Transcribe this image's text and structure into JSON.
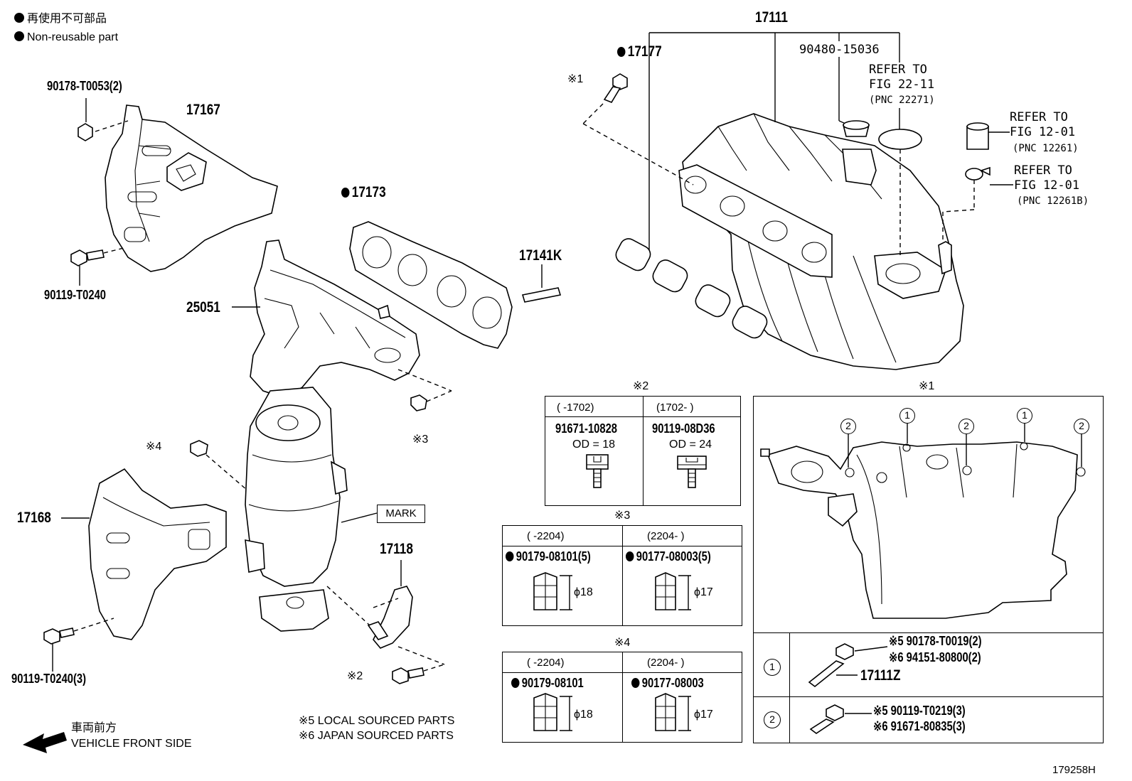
{
  "legend": {
    "jp": "再使用不可部品",
    "en": "Non-reusable part"
  },
  "labels": {
    "p17111": "17111",
    "p17177": "17177",
    "p90480": "90480-15036",
    "refer1_a": "REFER TO",
    "refer1_b": "FIG 22-11",
    "refer1_c": "(PNC 22271)",
    "refer2_a": "REFER TO",
    "refer2_b": "FIG 12-01",
    "refer2_c": "(PNC 12261)",
    "refer3_a": "REFER TO",
    "refer3_b": "FIG 12-01",
    "refer3_c": "(PNC 12261B)",
    "ref1_top": "※1",
    "p90178a": "90178-T0053(2)",
    "p17167": "17167",
    "p17173": "17173",
    "p17141k": "17141K",
    "p25051": "25051",
    "p90119a": "90119-T0240",
    "ref3": "※3",
    "ref4": "※4",
    "p17168": "17168",
    "mark": "MARK",
    "p17118": "17118",
    "p90119b": "90119-T0240(3)",
    "ref2": "※2",
    "front_jp": "車両前方",
    "front_en": "VEHICLE FRONT SIDE",
    "note5": "※5 LOCAL SOURCED PARTS",
    "note6": "※6 JAPAN SOURCED PARTS",
    "fig_id": "179258H"
  },
  "table2": {
    "title": "※2",
    "cols": [
      {
        "range": "(     -1702)",
        "part": "91671-10828",
        "od": "OD = 18"
      },
      {
        "range": "(1702-     )",
        "part": "90119-08D36",
        "od": "OD = 24"
      }
    ]
  },
  "table3": {
    "title": "※3",
    "cols": [
      {
        "range": "(     -2204)",
        "part": "90179-08101(5)",
        "dia": "ϕ18"
      },
      {
        "range": "(2204-     )",
        "part": "90177-08003(5)",
        "dia": "ϕ17"
      }
    ]
  },
  "table4": {
    "title": "※4",
    "cols": [
      {
        "range": "(     -2204)",
        "part": "90179-08101",
        "dia": "ϕ18"
      },
      {
        "range": "(2204-     )",
        "part": "90177-08003",
        "dia": "ϕ17"
      }
    ]
  },
  "table1": {
    "title": "※1",
    "callouts": [
      "2",
      "1",
      "2",
      "1",
      "2"
    ],
    "row1": {
      "no": "1",
      "a": "※5 90178-T0019(2)",
      "b": "※6 94151-80800(2)",
      "c": "17111Z"
    },
    "row2": {
      "no": "2",
      "a": "※5 90119-T0219(3)",
      "b": "※6 91671-80835(3)"
    }
  }
}
